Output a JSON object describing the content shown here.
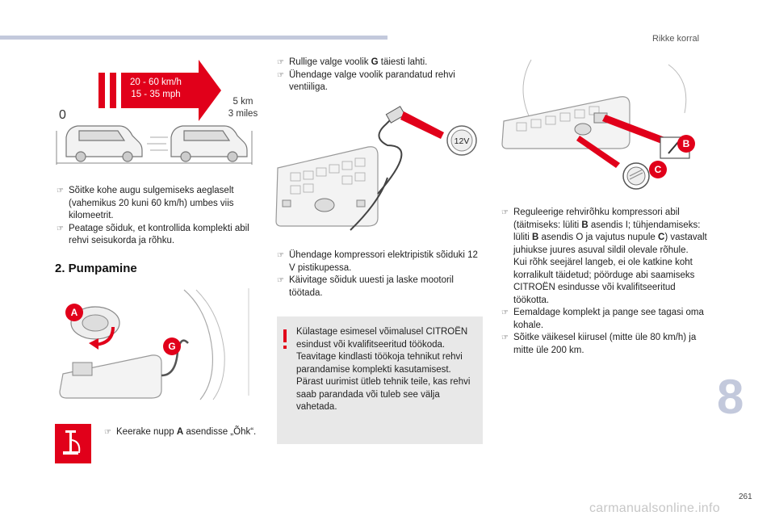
{
  "header": {
    "section": "Rikke korral"
  },
  "chapter": "8",
  "page_number": "261",
  "watermark": "carmanualsonline.info",
  "figure_speed": {
    "speed_kmh": "20 - 60 km/h",
    "speed_mph": "15 - 35 mph",
    "distance_km": "5 km",
    "distance_miles": "3 miles",
    "start": "0"
  },
  "figure_pump": {
    "label_a": "A",
    "label_g": "G"
  },
  "figure_socket": {
    "label_12v": "12V"
  },
  "figure_controls": {
    "label_b": "B",
    "label_c": "C"
  },
  "col1": {
    "items": [
      "Sõitke kohe augu sulgemiseks aeglaselt (vahemikus 20 kuni 60 km/h) umbes viis kilomeetrit.",
      "Peatage sõiduk, et kontrollida komplekti abil rehvi seisukorda ja rõhku."
    ],
    "heading": "2. Pumpamine",
    "knob_pre": "Keerake nupp ",
    "knob_bold": "A",
    "knob_post": " asendisse „Õhk“."
  },
  "col2": {
    "hose1_pre": "Rullige valge voolik ",
    "hose1_bold": "G",
    "hose1_post": " täiesti lahti.",
    "hose2": "Ühendage valge voolik parandatud rehvi ventiiliga.",
    "items": [
      "Ühendage kompressori elektripistik sõiduki 12 V pistikupessa.",
      "Käivitage sõiduk uuesti ja laske mootoril töötada."
    ],
    "note": "Külastage esimesel võimalusel CITROËN esindust või kvalifitseeritud töökoda. Teavitage kindlasti töökoja tehnikut rehvi parandamise komplekti kasutamisest. Pärast uurimist ütleb tehnik teile, kas rehvi saab parandada või tuleb see välja vahetada."
  },
  "col3": {
    "p1": "Reguleerige rehvirõhku kompressori abil (täitmiseks: lüliti ",
    "p1_b": "B",
    "p2": " asendis I; tühjendamiseks: lüliti ",
    "p2_b": "B",
    "p3": " asendis O ja vajutus nupule ",
    "p3_b": "C",
    "p4": ") vastavalt juhiukse juures asuval sildil olevale rõhule.",
    "p5": "Kui rõhk seejärel langeb, ei ole katkine koht korralikult täidetud; pöörduge abi saamiseks CITROËN esindusse või kvalifitseeritud töökotta.",
    "items": [
      "Eemaldage komplekt ja pange see tagasi oma kohale.",
      "Sõitke väikesel kiirusel (mitte üle 80 km/h) ja mitte üle 200 km."
    ]
  },
  "colors": {
    "accent_red": "#e1001a",
    "band_blue": "#c3c9dc",
    "note_gray": "#e8e8e8"
  },
  "icons": {
    "bullet": "pointing-hand-glyph",
    "warning": "exclamation-icon",
    "pump_symbol": "tyre-pump-symbol-icon"
  }
}
